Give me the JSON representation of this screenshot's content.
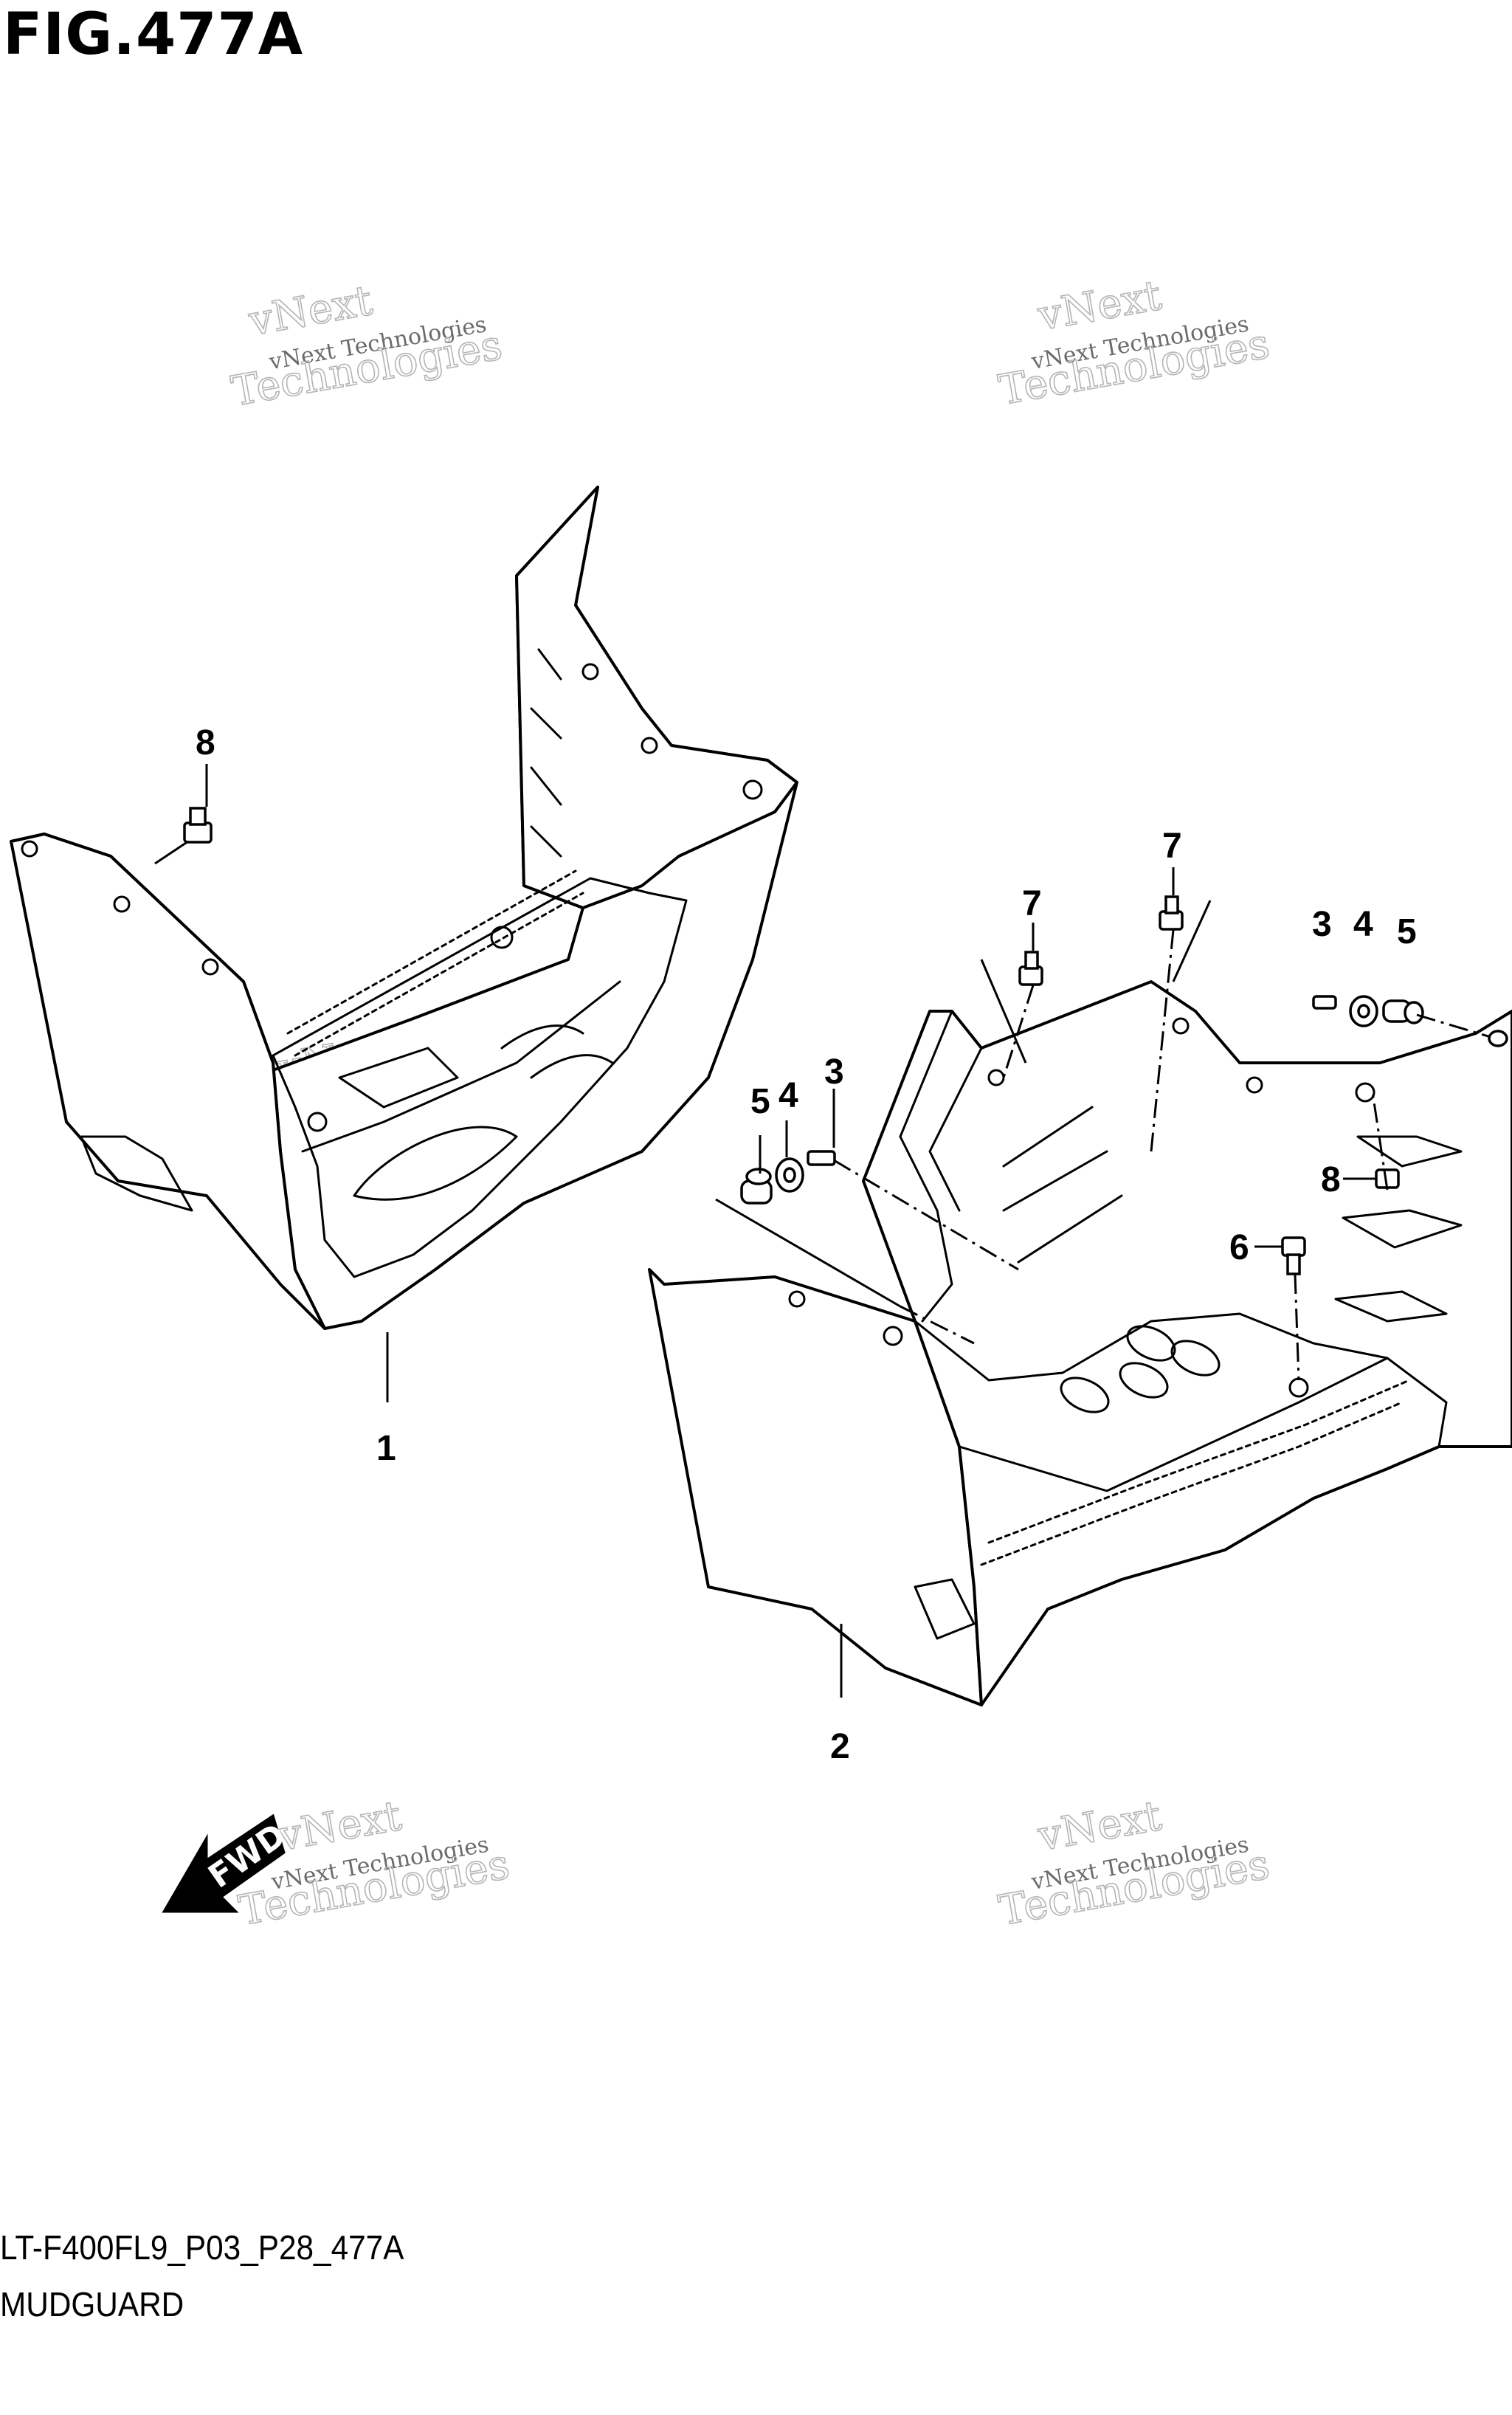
{
  "figure": {
    "title": "FIG.477A",
    "code": "LT-F400FL9_P03_P28_477A",
    "name": "MUDGUARD"
  },
  "watermark": {
    "small": "vNext Technologies",
    "big_line1": "vNext",
    "big_line2": "Technologies"
  },
  "direction_badge": {
    "label": "FWD"
  },
  "callouts": {
    "c1": "1",
    "c2": "2",
    "c3a": "3",
    "c3b": "3",
    "c4a": "4",
    "c4b": "4",
    "c5a": "5",
    "c5b": "5",
    "c6": "6",
    "c7a": "7",
    "c7b": "7",
    "c8a": "8",
    "c8b": "8"
  }
}
